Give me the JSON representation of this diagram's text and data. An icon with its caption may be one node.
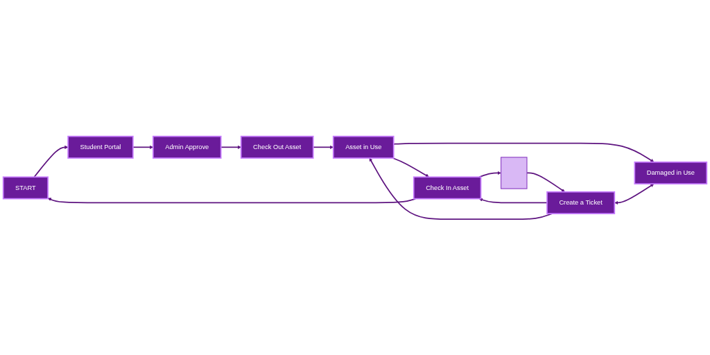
{
  "diagram": {
    "nodes": [
      {
        "text": [
          "START"
        ]
      },
      {
        "text": [
          "Student Portal"
        ]
      },
      {
        "text": [
          "Admin Approve"
        ]
      },
      {
        "text": [
          "Check Out Asset"
        ]
      },
      {
        "text": [
          "Asset in Use"
        ]
      },
      {
        "text": [
          "Check In Asset"
        ]
      },
      {
        "text": [
          "Damaged in Use"
        ]
      },
      {
        "text": [],
        "shape": "box"
      },
      {
        "text": [
          "Create a Ticket"
        ]
      }
    ],
    "edges": [
      {
        "from": 0,
        "to": 1,
        "arrow": "to"
      },
      {
        "from": 1,
        "to": 2,
        "arrow": "to"
      },
      {
        "from": 2,
        "to": 3,
        "arrow": "to"
      },
      {
        "from": 3,
        "to": 4,
        "arrow": "to"
      },
      {
        "from": 4,
        "to": 5,
        "arrow": "to"
      },
      {
        "from": 5,
        "to": 0,
        "arrow": "to"
      },
      {
        "from": 4,
        "to": 6,
        "arrow": "to"
      },
      {
        "from": 5,
        "to": 7,
        "arrow": "to"
      },
      {
        "from": 7,
        "to": 8,
        "arrow": "to"
      },
      {
        "from": 8,
        "to": 5,
        "arrow": "to"
      },
      {
        "from": 8,
        "to": 4,
        "arrow": "to"
      },
      {
        "from": 8,
        "to": 6,
        "arrow": "both"
      }
    ]
  }
}
